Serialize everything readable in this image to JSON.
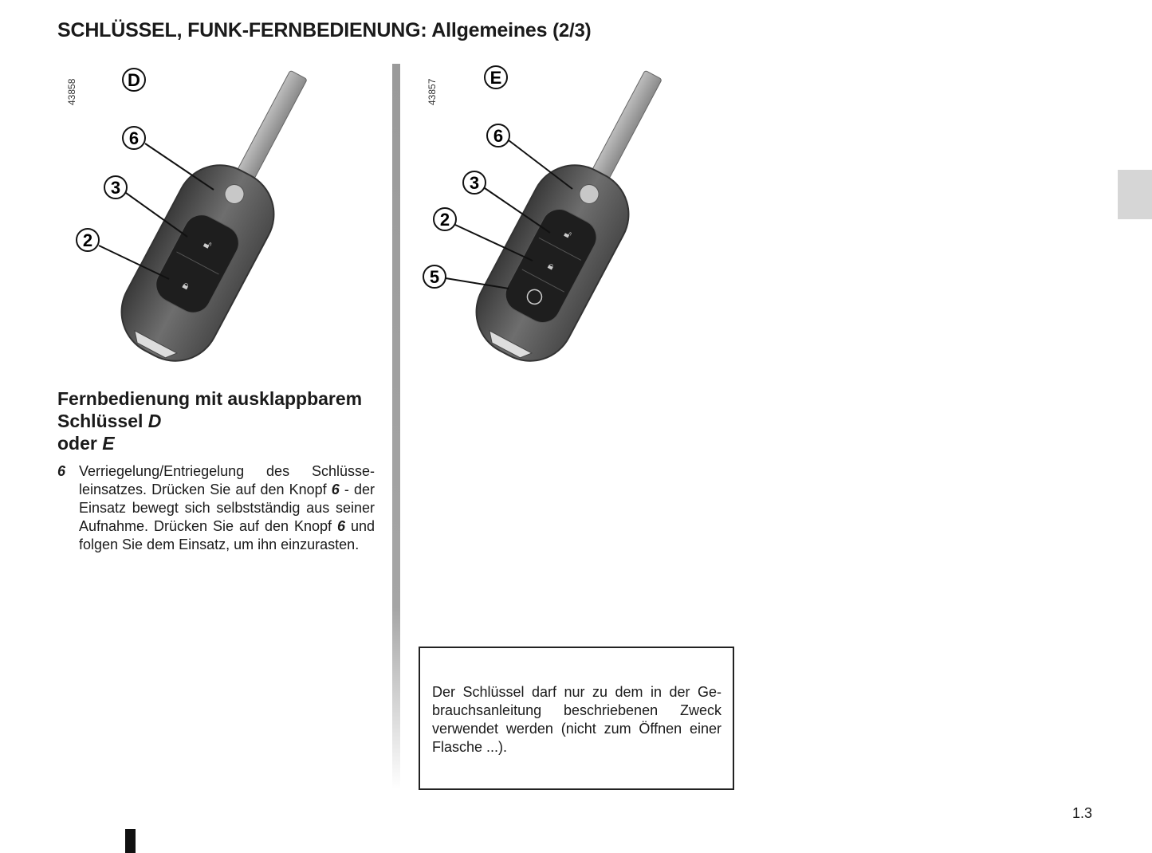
{
  "header": {
    "title": "SCHLÜSSEL, FUNK-FERNBEDIENUNG: Allgemeines",
    "part": "(2/3)"
  },
  "figures": [
    {
      "ref": "43858",
      "label": "D",
      "callouts": [
        "6",
        "3",
        "2"
      ]
    },
    {
      "ref": "43857",
      "label": "E",
      "callouts": [
        "6",
        "3",
        "2",
        "5"
      ]
    }
  ],
  "section": {
    "heading_prefix": "Fernbedienung mit ausklappbarem Schlüssel ",
    "heading_d": "D",
    "heading_or": " oder ",
    "heading_e": "E",
    "item_num": "6",
    "item_text_1": "Verriegelung/Entriegelung des Schlüsse­leinsatzes. Drücken Sie auf den Knopf ",
    "item_ref_1": "6",
    "item_text_2": " - der Einsatz bewegt sich selbstständig aus seiner Aufnahme. Drücken Sie auf den Knopf ",
    "item_ref_2": "6",
    "item_text_3": " und folgen Sie dem Einsatz, um ihn einzurasten."
  },
  "note": "Der Schlüssel darf nur zu dem in der Ge­brauchsanleitung beschriebenen Zweck verwendet werden (nicht zum Öffnen einer Flasche ...).",
  "footer": {
    "page": "1.3"
  }
}
